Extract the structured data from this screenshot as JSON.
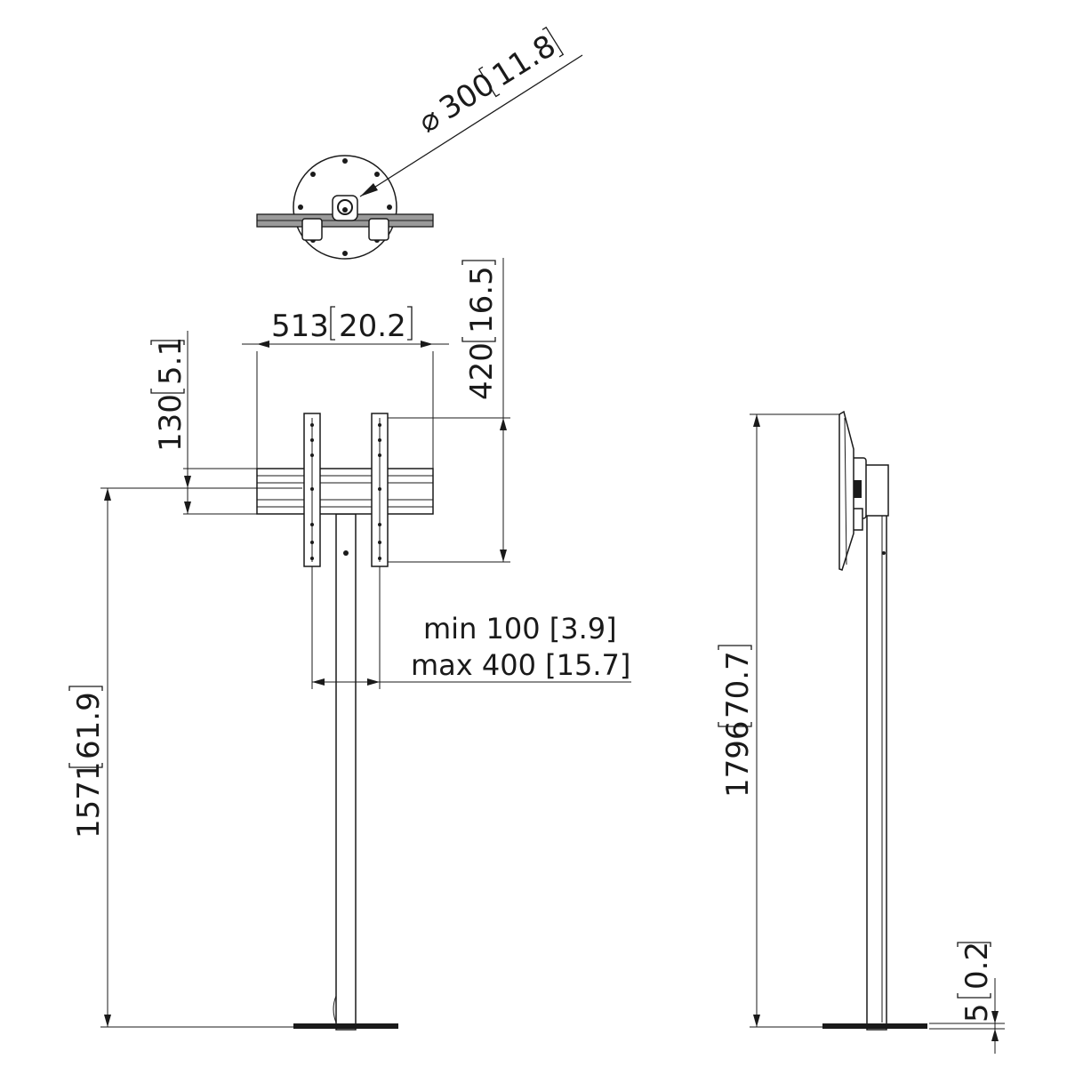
{
  "top_view": {
    "diameter_mm": "300",
    "diameter_in": "11.8"
  },
  "front_view": {
    "width_mm": "513",
    "width_in": "20.2",
    "height_mm": "420",
    "height_in": "16.5",
    "offset_mm": "130",
    "offset_in": "5.1",
    "spacing_min": "min 100 [3.9]",
    "spacing_max": "max 400 [15.7]",
    "center_height_mm": "1571",
    "center_height_in": "61.9"
  },
  "side_view": {
    "total_height_mm": "1796",
    "total_height_in": "70.7",
    "base_plate_mm": "5",
    "base_plate_in": "0.2"
  }
}
